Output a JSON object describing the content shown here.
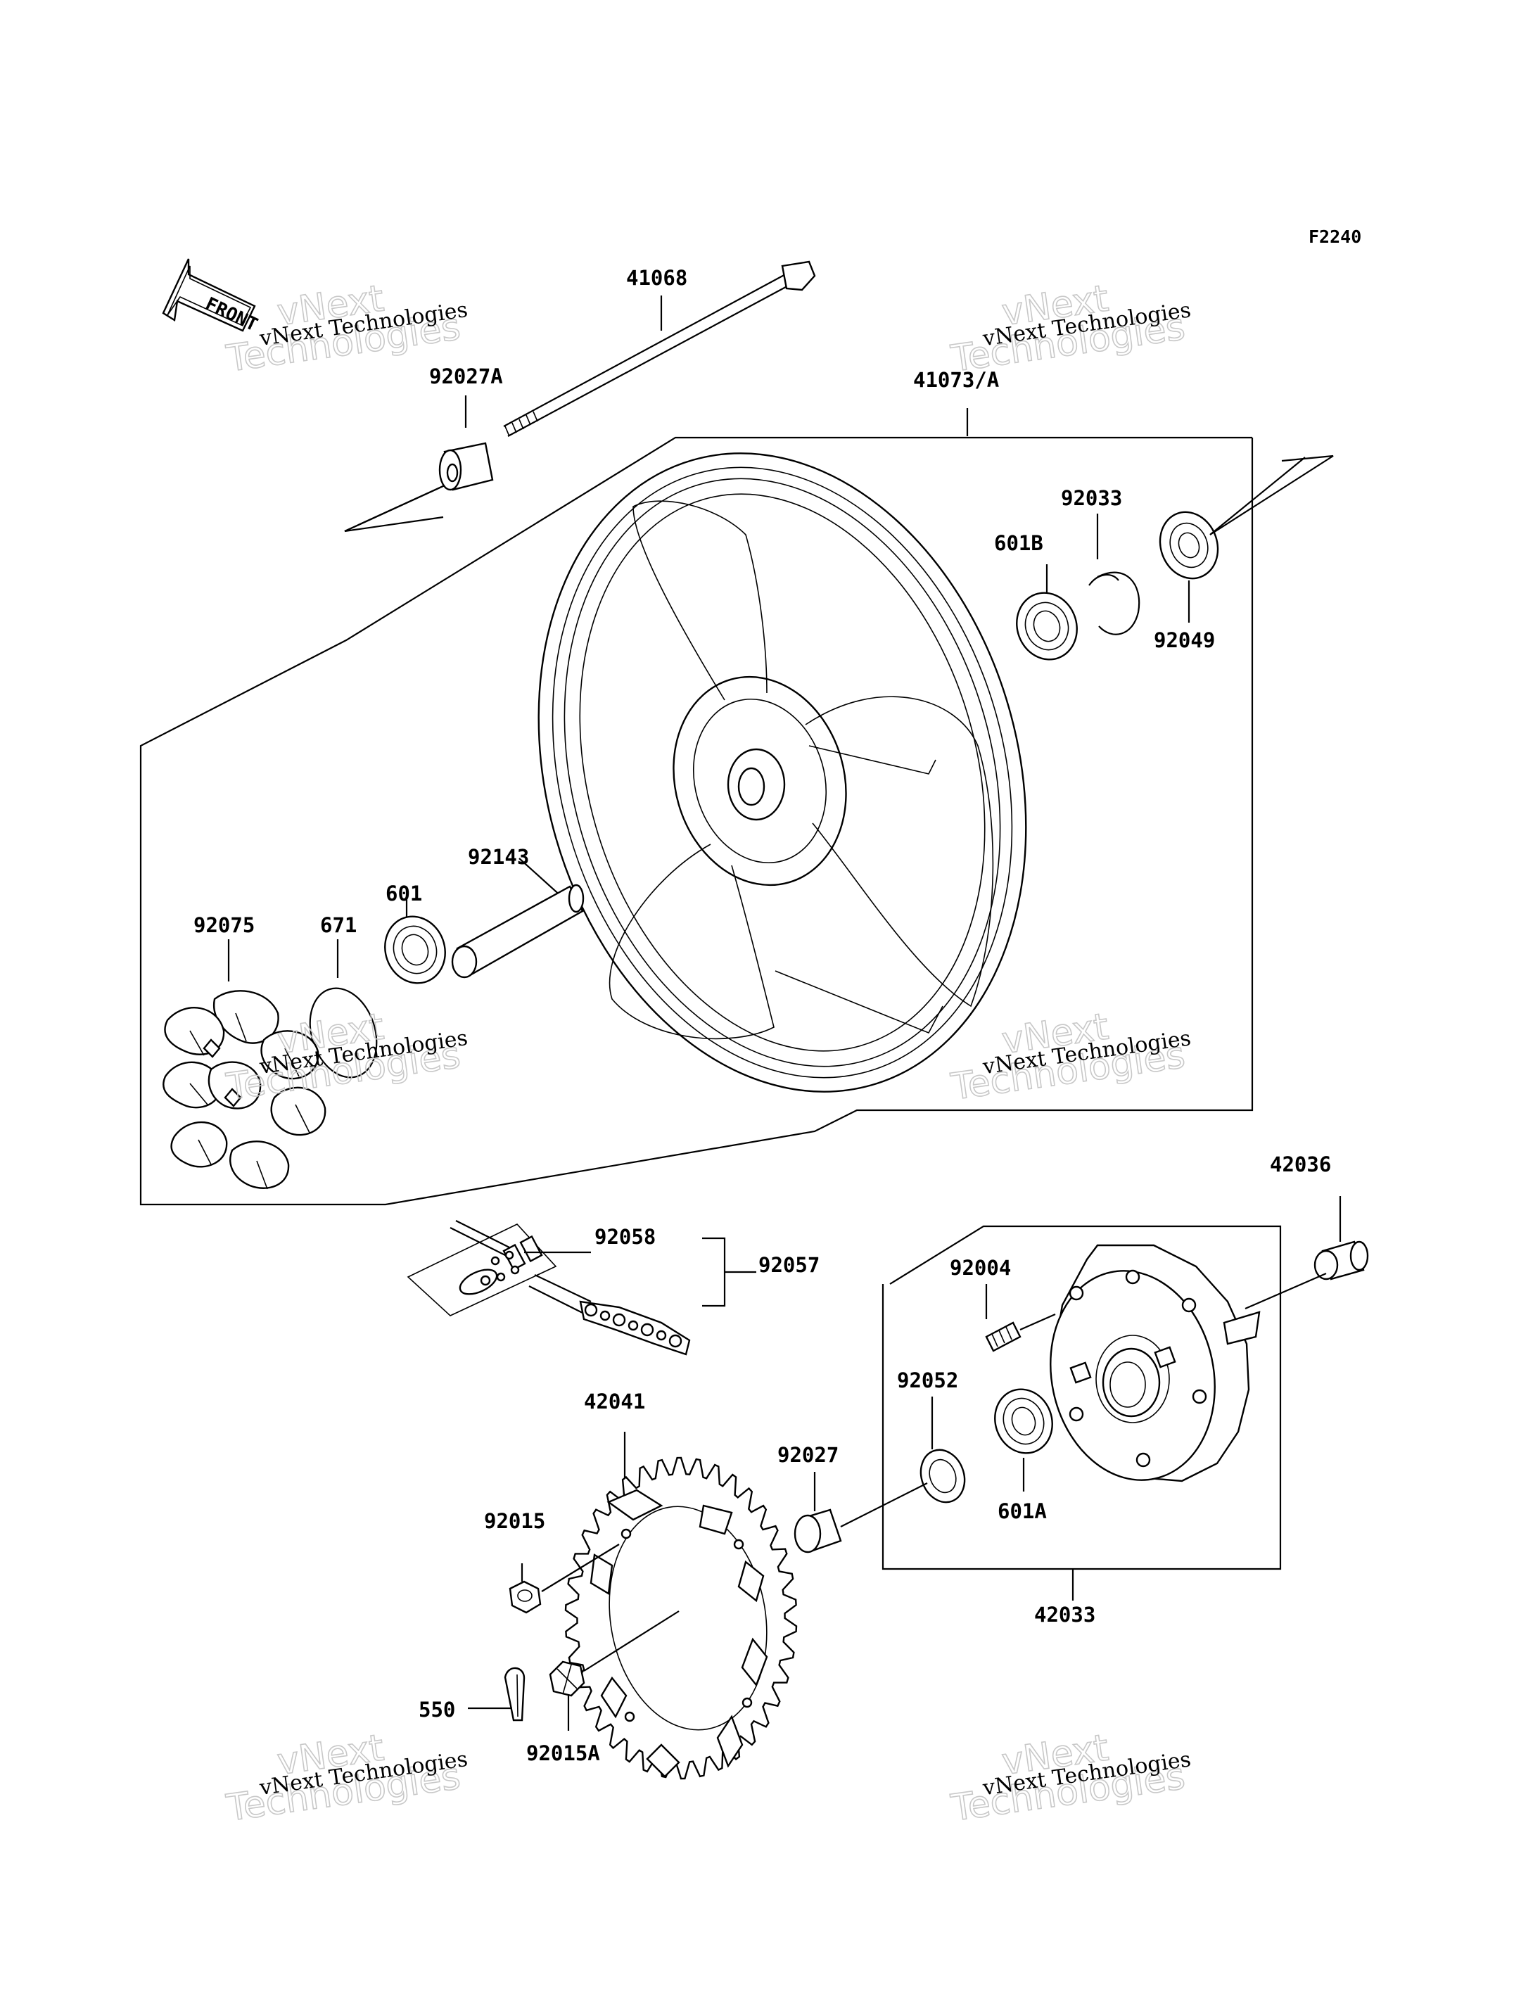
{
  "figure_code": "F2240",
  "front_marker": "FRONT",
  "watermark": {
    "small": "vNext Technologies",
    "big_line1": "vNext",
    "big_line2": "Technologies"
  },
  "part_labels": {
    "p41068": "41068",
    "p92027A": "92027A",
    "p41073A": "41073/A",
    "p92033": "92033",
    "p601B": "601B",
    "p92049": "92049",
    "p92143": "92143",
    "p601": "601",
    "p671": "671",
    "p92075": "92075",
    "p92058": "92058",
    "p92057": "92057",
    "p42036": "42036",
    "p92004": "92004",
    "p92052": "92052",
    "p42041": "42041",
    "p92027": "92027",
    "p601A": "601A",
    "p92015": "92015",
    "p42033": "42033",
    "p550": "550",
    "p92015A": "92015A"
  }
}
